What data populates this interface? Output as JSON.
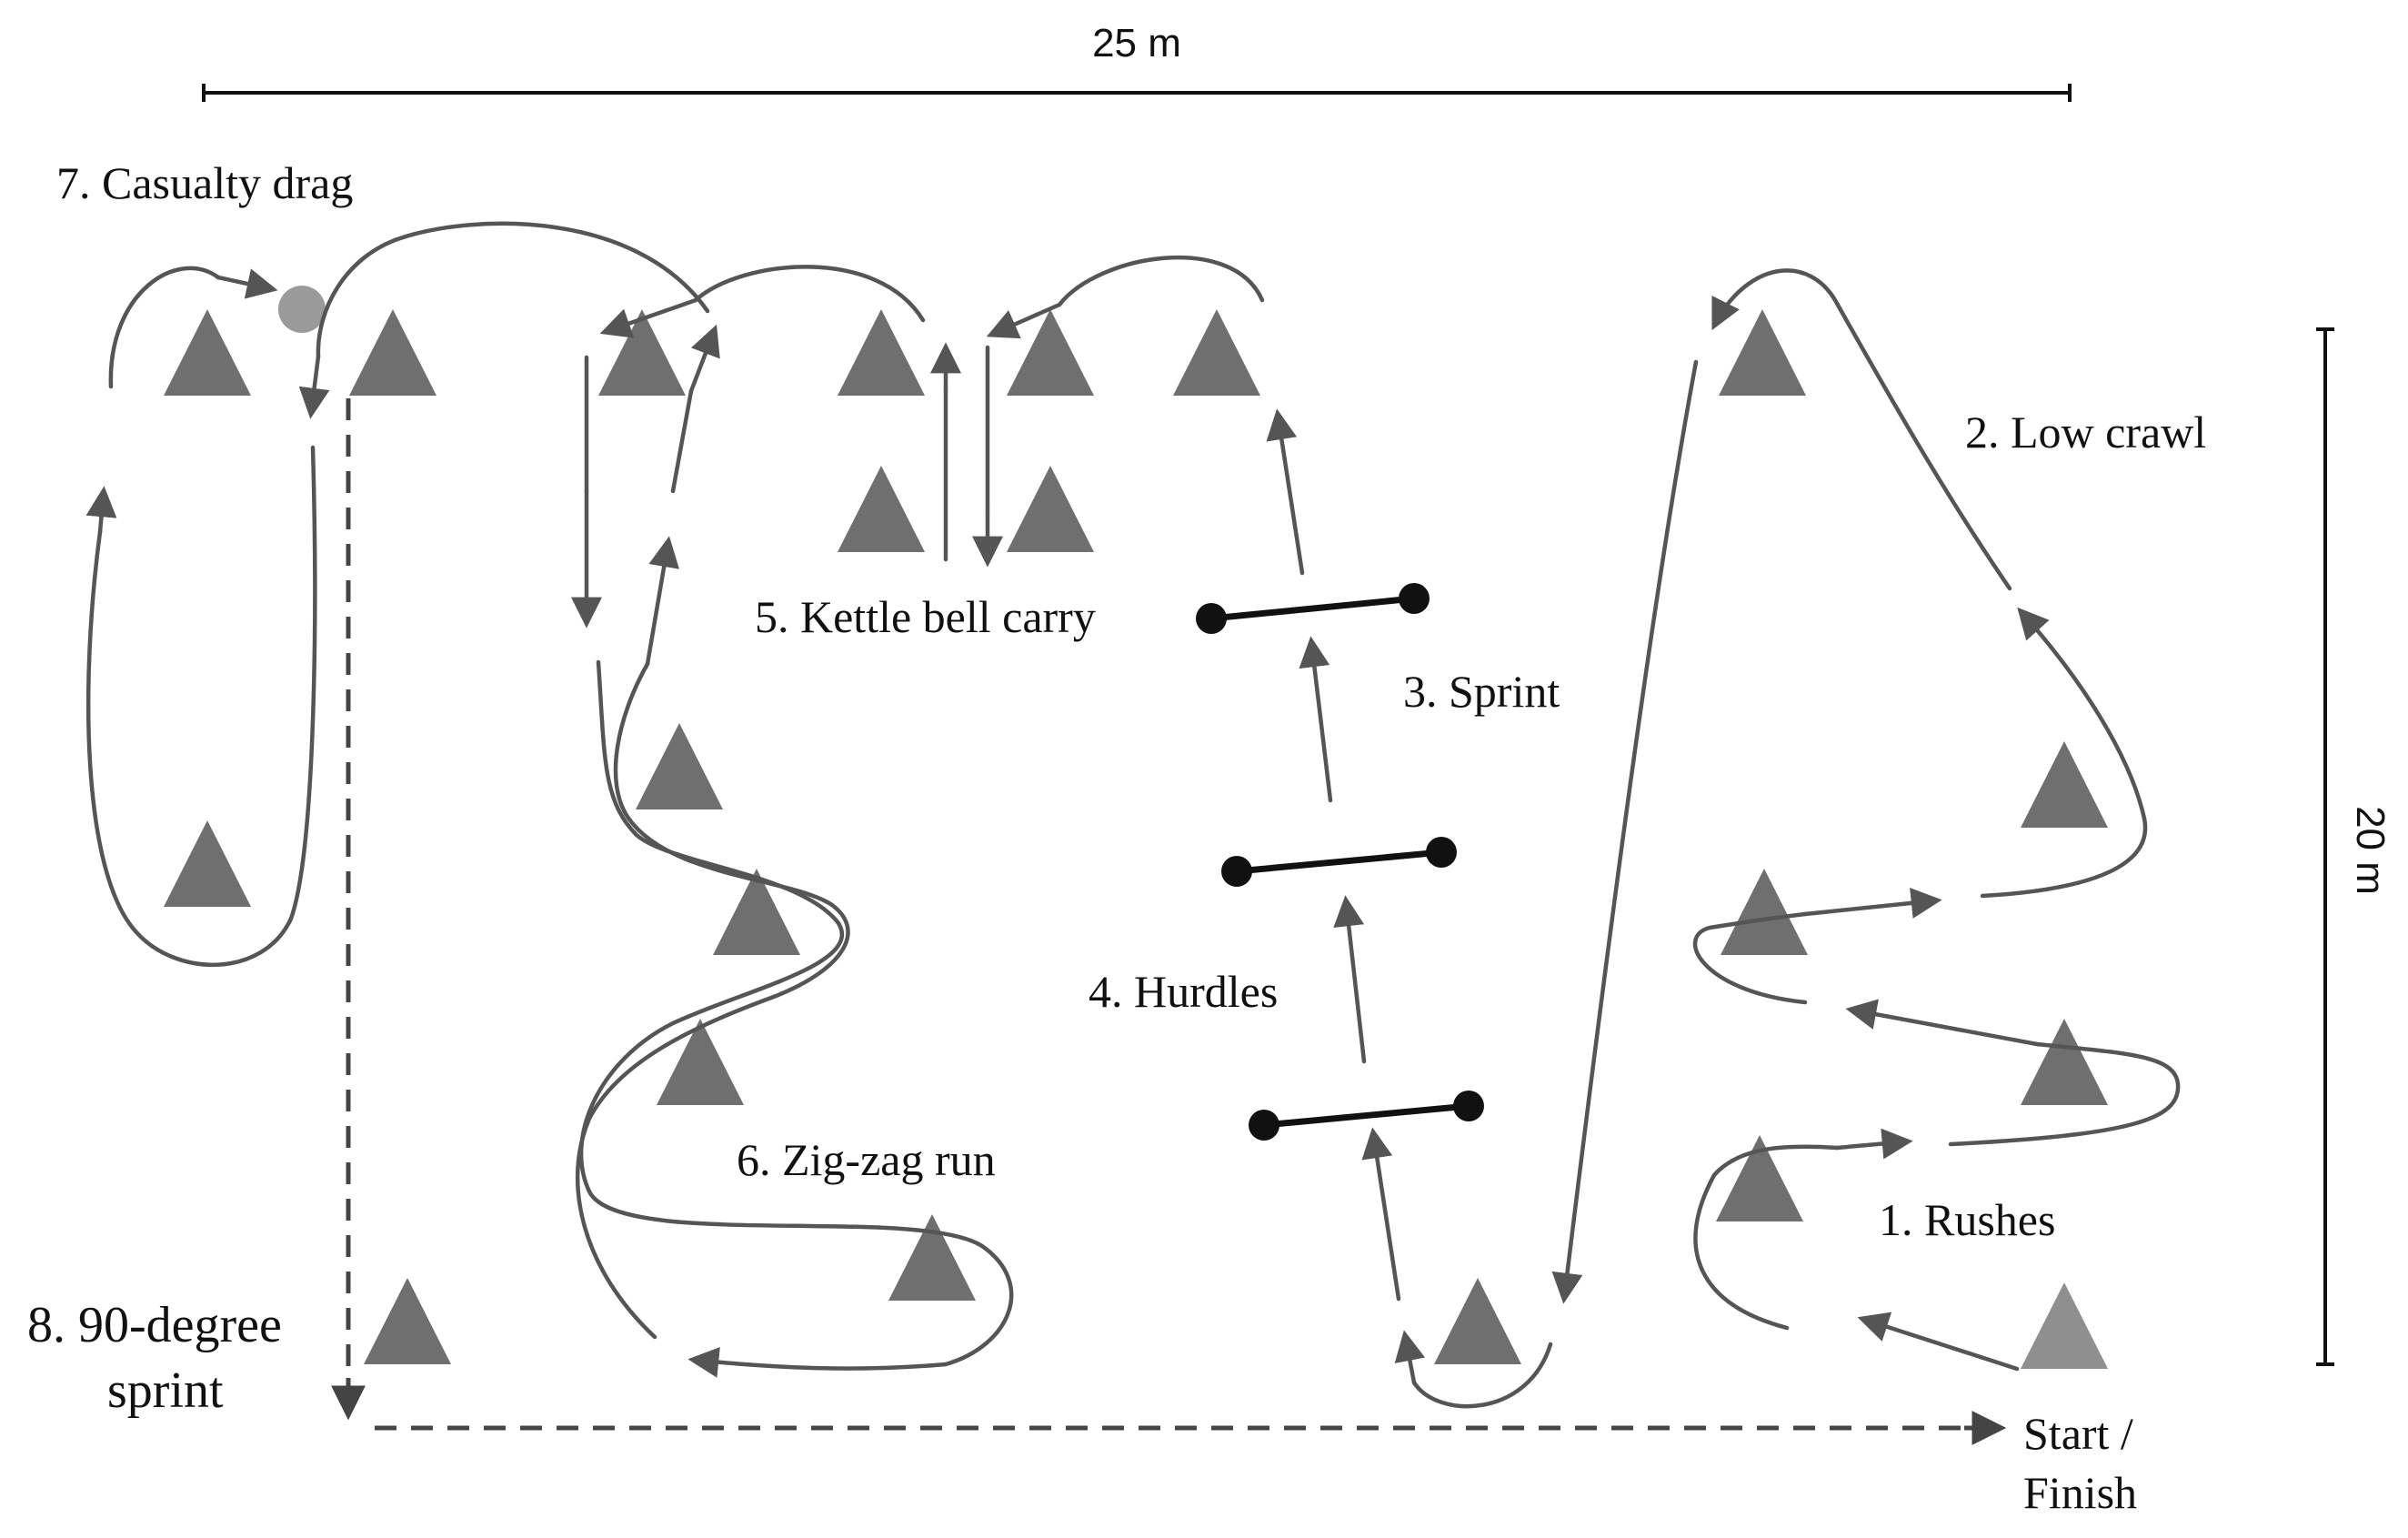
{
  "dimensions": {
    "width_label": "25 m",
    "height_label": "20 m"
  },
  "stations": [
    {
      "id": "rushes",
      "label": "1. Rushes"
    },
    {
      "id": "low-crawl",
      "label": "2. Low crawl"
    },
    {
      "id": "sprint",
      "label": "3. Sprint"
    },
    {
      "id": "hurdles",
      "label": "4. Hurdles"
    },
    {
      "id": "kettle-bell-carry",
      "label": "5. Kettle bell carry"
    },
    {
      "id": "zig-zag-run",
      "label": "6. Zig-zag run"
    },
    {
      "id": "casualty-drag",
      "label": "7. Casualty drag"
    },
    {
      "id": "ninety-degree-sprint",
      "label_line1": "8. 90-degree",
      "label_line2": "sprint"
    }
  ],
  "start_finish": {
    "line1": "Start /",
    "line2": "Finish"
  },
  "colors": {
    "cone": "#6f6f6f",
    "start_cone": "#8f8f8f",
    "path": "#555555",
    "hurdle": "#111111",
    "casualty_marker": "#9a9a9a"
  }
}
